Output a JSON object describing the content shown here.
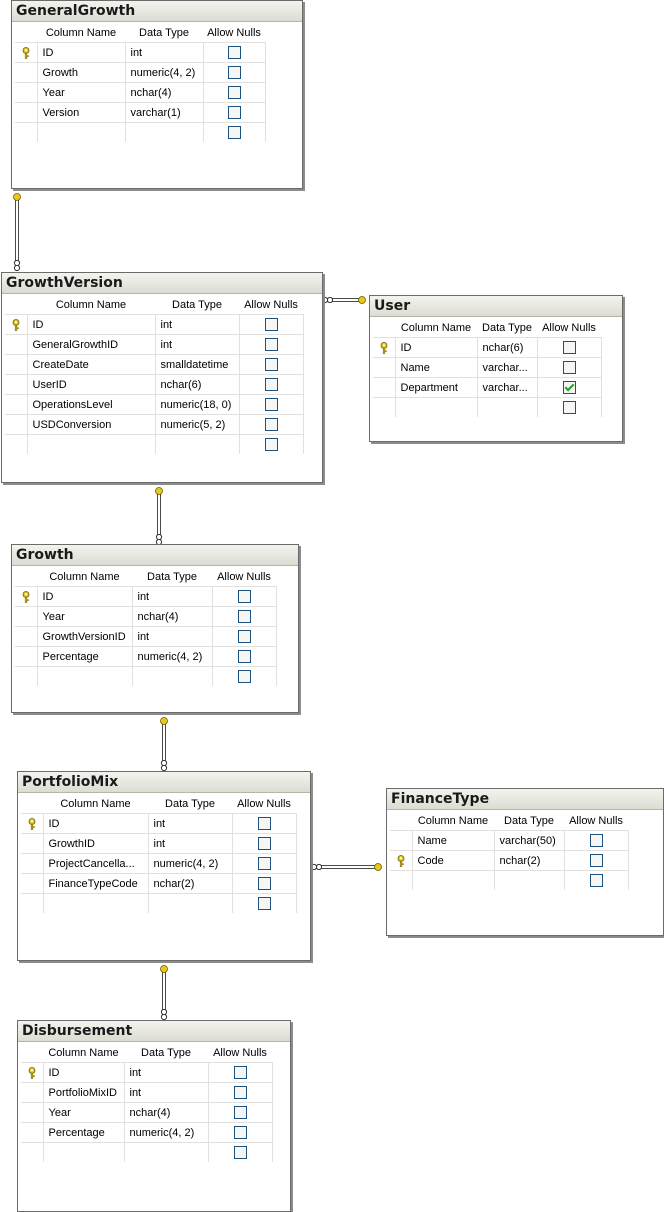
{
  "headers": {
    "column_name": "Column Name",
    "data_type": "Data Type",
    "allow_nulls": "Allow Nulls"
  },
  "tables": [
    {
      "id": "generalgrowth",
      "name": "GeneralGrowth",
      "rows": [
        {
          "name": "ID",
          "type": "int",
          "pk": true,
          "nullable": false
        },
        {
          "name": "Growth",
          "type": "numeric(4, 2)",
          "pk": false,
          "nullable": false
        },
        {
          "name": "Year",
          "type": "nchar(4)",
          "pk": false,
          "nullable": false
        },
        {
          "name": "Version",
          "type": "varchar(1)",
          "pk": false,
          "nullable": false
        }
      ]
    },
    {
      "id": "growthversion",
      "name": "GrowthVersion",
      "rows": [
        {
          "name": "ID",
          "type": "int",
          "pk": true,
          "nullable": false
        },
        {
          "name": "GeneralGrowthID",
          "type": "int",
          "pk": false,
          "nullable": false
        },
        {
          "name": "CreateDate",
          "type": "smalldatetime",
          "pk": false,
          "nullable": false
        },
        {
          "name": "UserID",
          "type": "nchar(6)",
          "pk": false,
          "nullable": false
        },
        {
          "name": "OperationsLevel",
          "type": "numeric(18, 0)",
          "pk": false,
          "nullable": false
        },
        {
          "name": "USDConversion",
          "type": "numeric(5, 2)",
          "pk": false,
          "nullable": false
        }
      ]
    },
    {
      "id": "user",
      "name": "User",
      "rows": [
        {
          "name": "ID",
          "type": "nchar(6)",
          "pk": true,
          "nullable": false
        },
        {
          "name": "Name",
          "type": "varchar...",
          "pk": false,
          "nullable": false
        },
        {
          "name": "Department",
          "type": "varchar...",
          "pk": false,
          "nullable": true
        }
      ]
    },
    {
      "id": "growth",
      "name": "Growth",
      "rows": [
        {
          "name": "ID",
          "type": "int",
          "pk": true,
          "nullable": false
        },
        {
          "name": "Year",
          "type": "nchar(4)",
          "pk": false,
          "nullable": false
        },
        {
          "name": "GrowthVersionID",
          "type": "int",
          "pk": false,
          "nullable": false
        },
        {
          "name": "Percentage",
          "type": "numeric(4, 2)",
          "pk": false,
          "nullable": false
        }
      ]
    },
    {
      "id": "portfoliomix",
      "name": "PortfolioMix",
      "rows": [
        {
          "name": "ID",
          "type": "int",
          "pk": true,
          "nullable": false
        },
        {
          "name": "GrowthID",
          "type": "int",
          "pk": false,
          "nullable": false
        },
        {
          "name": "ProjectCancella...",
          "type": "numeric(4, 2)",
          "pk": false,
          "nullable": false
        },
        {
          "name": "FinanceTypeCode",
          "type": "nchar(2)",
          "pk": false,
          "nullable": false
        }
      ]
    },
    {
      "id": "financetype",
      "name": "FinanceType",
      "rows": [
        {
          "name": "Name",
          "type": "varchar(50)",
          "pk": false,
          "nullable": false
        },
        {
          "name": "Code",
          "type": "nchar(2)",
          "pk": true,
          "nullable": false
        }
      ]
    },
    {
      "id": "disbursement",
      "name": "Disbursement",
      "rows": [
        {
          "name": "ID",
          "type": "int",
          "pk": true,
          "nullable": false
        },
        {
          "name": "PortfolioMixID",
          "type": "int",
          "pk": false,
          "nullable": false
        },
        {
          "name": "Year",
          "type": "nchar(4)",
          "pk": false,
          "nullable": false
        },
        {
          "name": "Percentage",
          "type": "numeric(4, 2)",
          "pk": false,
          "nullable": false
        }
      ]
    }
  ],
  "relationships": [
    {
      "from": "generalgrowth",
      "to": "growthversion"
    },
    {
      "from": "user",
      "to": "growthversion"
    },
    {
      "from": "growthversion",
      "to": "growth"
    },
    {
      "from": "growth",
      "to": "portfoliomix"
    },
    {
      "from": "financetype",
      "to": "portfoliomix"
    },
    {
      "from": "portfoliomix",
      "to": "disbursement"
    }
  ],
  "colors": {
    "key": "#e8c81a",
    "line": "#4a4a4a",
    "checkbox_border": "#1c5180",
    "check": "#21a121"
  }
}
